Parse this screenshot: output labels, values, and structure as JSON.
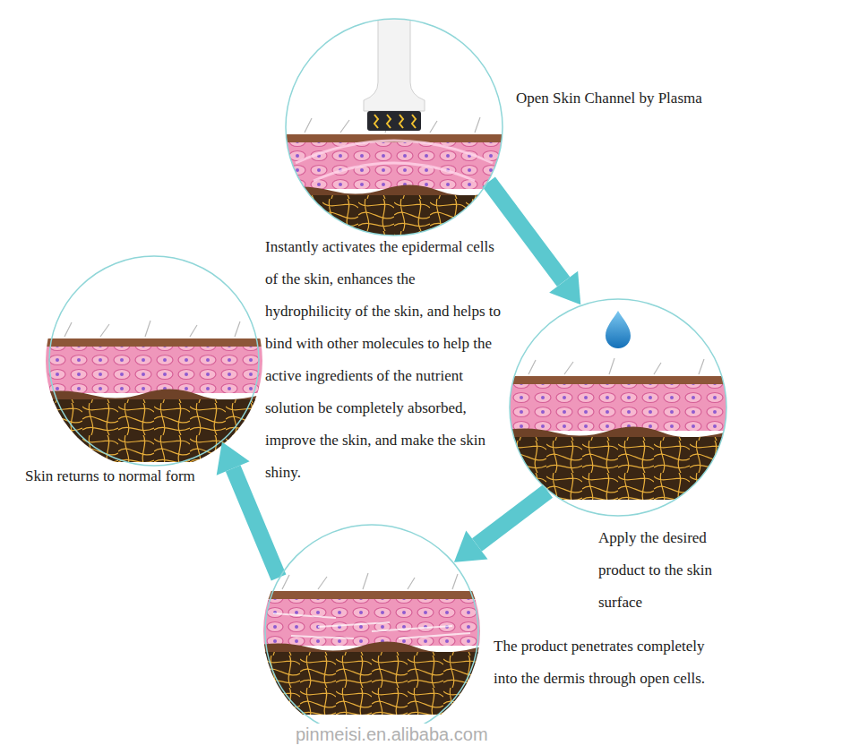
{
  "diagram": {
    "nodes": [
      {
        "text": [
          "Open Skin Channel by Plasma",
          "Instantly activates the epidermal cells of the skin, enhances the hydrophilicity of the skin, and helps to bind with other molecules to help the active ingredients of the nutrient solution be completely absorbed, improve the skin, and make the skin shiny."
        ]
      },
      {
        "text": [
          "Apply the desired product to the skin surface"
        ]
      },
      {
        "text": [
          "The product penetrates completely into the dermis through open cells."
        ]
      },
      {
        "text": [
          "Skin returns to normal form"
        ]
      }
    ],
    "edges": [
      {
        "from": 0,
        "to": 1,
        "arrow": "to"
      },
      {
        "from": 1,
        "to": 2,
        "arrow": "to"
      },
      {
        "from": 2,
        "to": 3,
        "arrow": "to"
      }
    ],
    "labels": [
      "pinmeisi.en.alibaba.com"
    ]
  }
}
